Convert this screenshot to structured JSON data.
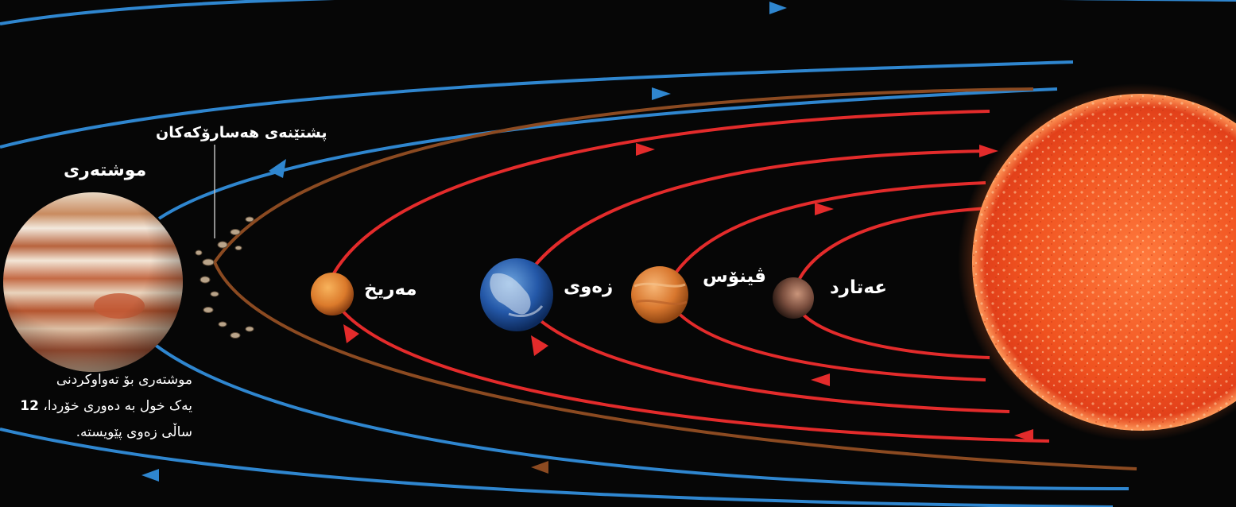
{
  "labels": {
    "jupiter": "موشتەری",
    "asteroid_belt": "پشتێنەی هەسارۆکەکان",
    "mars": "مەریخ",
    "earth": "زەوی",
    "venus": "ڤینۆس",
    "mercury": "عەتارد"
  },
  "caption": {
    "line1": "موشتەری بۆ تەواوکردنی",
    "line2_text": "یەک خول بە دەوری خۆردا،",
    "line2_number": "12",
    "line3": "ساڵی زەوی پێویستە."
  },
  "colors": {
    "background": "#060606",
    "outer_orbit": "#2f86cf",
    "inner_orbit": "#e32b2b",
    "belt_orbit": "#8b4a21",
    "sun": "#e8451a",
    "text": "#ffffff"
  }
}
